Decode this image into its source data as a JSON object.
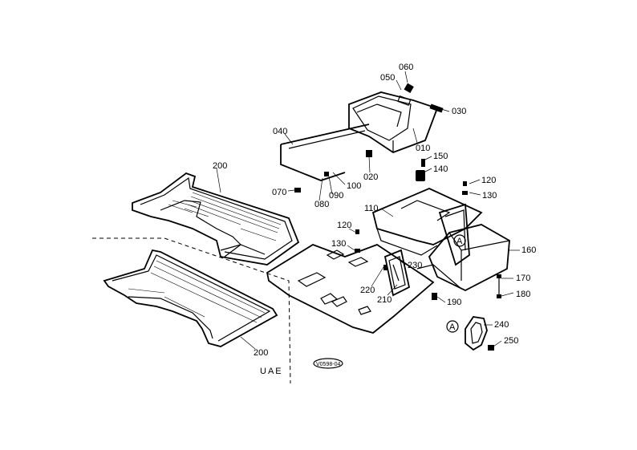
{
  "labels": {
    "p010": "010",
    "p020": "020",
    "p030": "030",
    "p040": "040",
    "p050": "050",
    "p060": "060",
    "p070": "070",
    "p080": "080",
    "p090": "090",
    "p100": "100",
    "p110": "110",
    "p120a": "120",
    "p120b": "120",
    "p130a": "130",
    "p130b": "130",
    "p140": "140",
    "p150": "150",
    "p160": "160",
    "p170": "170",
    "p180": "180",
    "p190": "190",
    "p200a": "200",
    "p200b": "200",
    "p210": "210",
    "p220": "220",
    "p230": "230",
    "p240": "240",
    "p250": "250",
    "ref_a1": "A",
    "ref_a2": "A"
  },
  "region": "UAE",
  "stamp": "V0598-04"
}
